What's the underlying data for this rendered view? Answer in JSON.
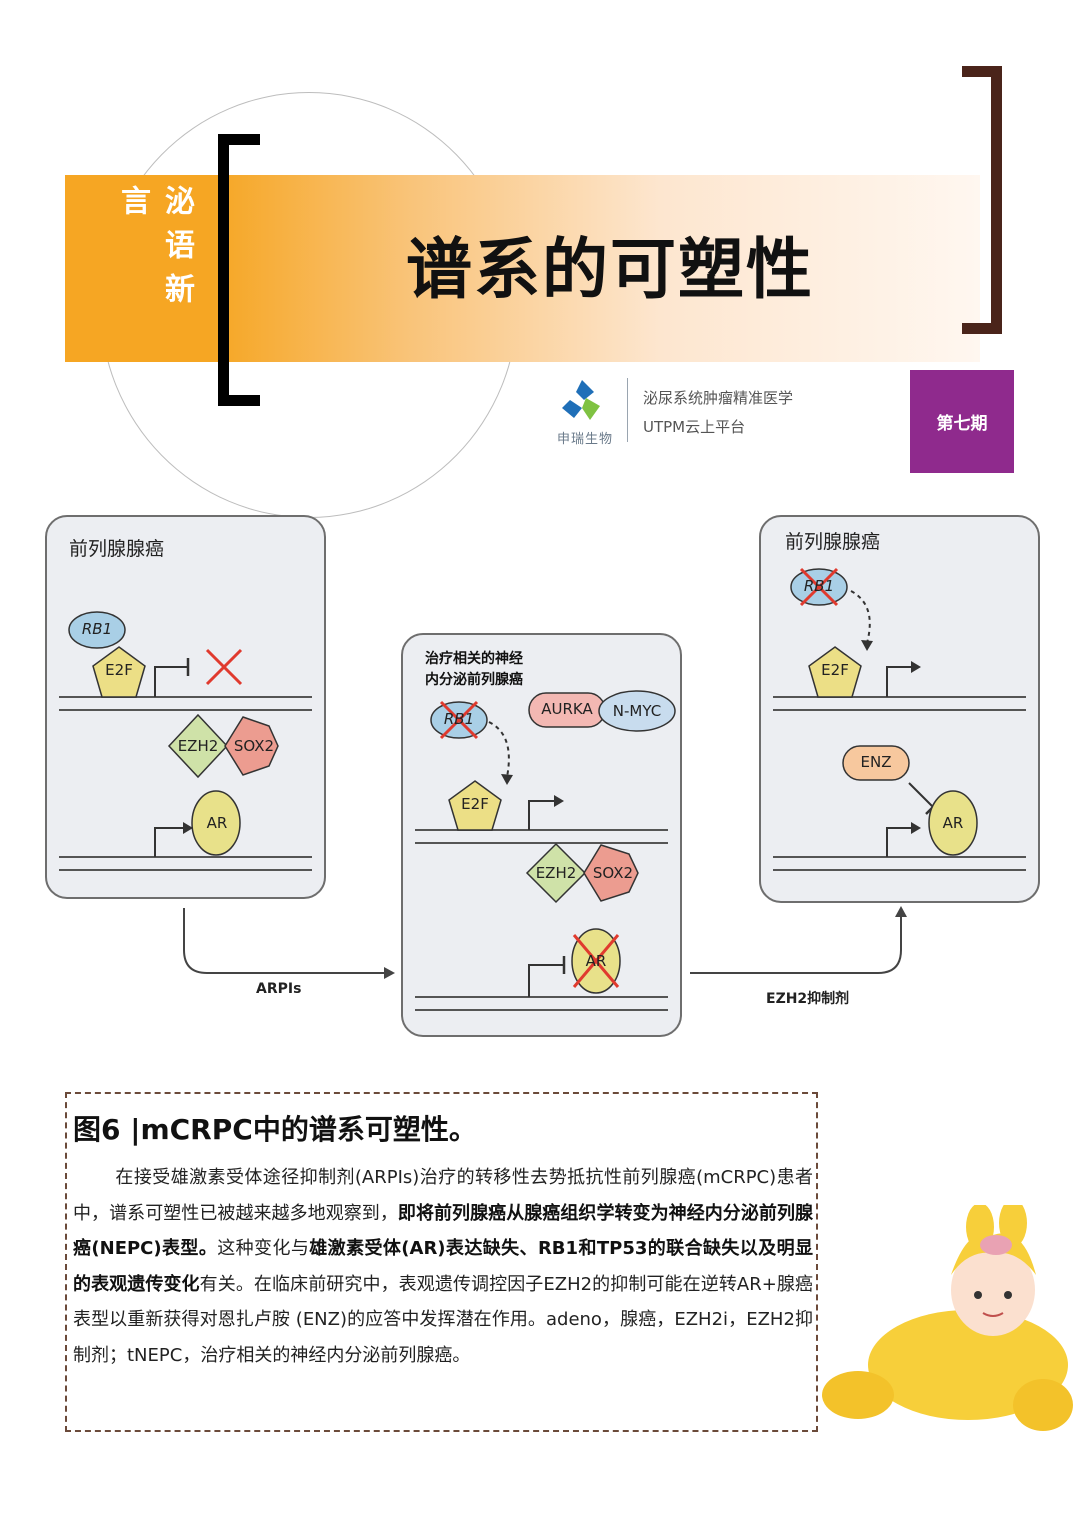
{
  "header": {
    "side_label": "泌语新言",
    "title": "谱系的可塑性",
    "logo_text": "申瑞生物",
    "platform_line1": "泌尿系统肿瘤精准医学",
    "platform_line2": "UTPM云上平台",
    "issue": "第七期"
  },
  "figure": {
    "panel_left": {
      "title": "前列腺腺癌",
      "rb1": "RB1",
      "e2f": "E2F",
      "ezh2": "EZH2",
      "sox2": "SOX2",
      "ar": "AR"
    },
    "panel_middle": {
      "title_line1": "治疗相关的神经",
      "title_line2": "内分泌前列腺癌",
      "rb1": "RB1",
      "aurka": "AURKA",
      "nmyc": "N-MYC",
      "e2f": "E2F",
      "ezh2": "EZH2",
      "sox2": "SOX2",
      "ar": "AR"
    },
    "panel_right": {
      "title": "前列腺腺癌",
      "rb1": "RB1",
      "e2f": "E2F",
      "enz": "ENZ",
      "ar": "AR"
    },
    "arrow_left_label": "ARPIs",
    "arrow_right_label": "EZH2抑制剂"
  },
  "caption": {
    "title": "图6 |mCRPC中的谱系可塑性。",
    "p1": "在接受雄激素受体途径抑制剂(ARPIs)治疗的转移性去势抵抗性前列腺癌(mCRPC)患者中，谱系可塑性已被越来越多地观察到，",
    "b1": "即将前列腺癌从腺癌组织学转变为神经内分泌前列腺癌(NEPC)表型。",
    "p2": "这种变化与",
    "b2": "雄激素受体(AR)表达缺失、RB1和TP53的联合缺失以及明显的表观遗传变化",
    "p3": "有关。在临床前研究中，表观遗传调控因子EZH2的抑制可能在逆转AR+腺癌表型以重新获得对恩扎卢胺 (ENZ)的应答中发挥潜在作用。adeno，腺癌，EZH2i，EZH2抑制剂；tNEPC，治疗相关的神经内分泌前列腺癌。"
  },
  "colors": {
    "banner_orange": "#f6a623",
    "badge_purple": "#8f2a8d",
    "bracket_right": "#4a241a",
    "rb1_blue": "#a9cfe6",
    "e2f_yellow": "#ecdf86",
    "ezh2_green": "#cfe2a8",
    "sox2_red": "#ec9c90",
    "ar_yellow": "#e8e18a",
    "aurka_pink": "#f3b8b3",
    "nmyc_blue": "#c8dcee",
    "enz_orange": "#f7c89e",
    "cross_red": "#e03a2e"
  }
}
